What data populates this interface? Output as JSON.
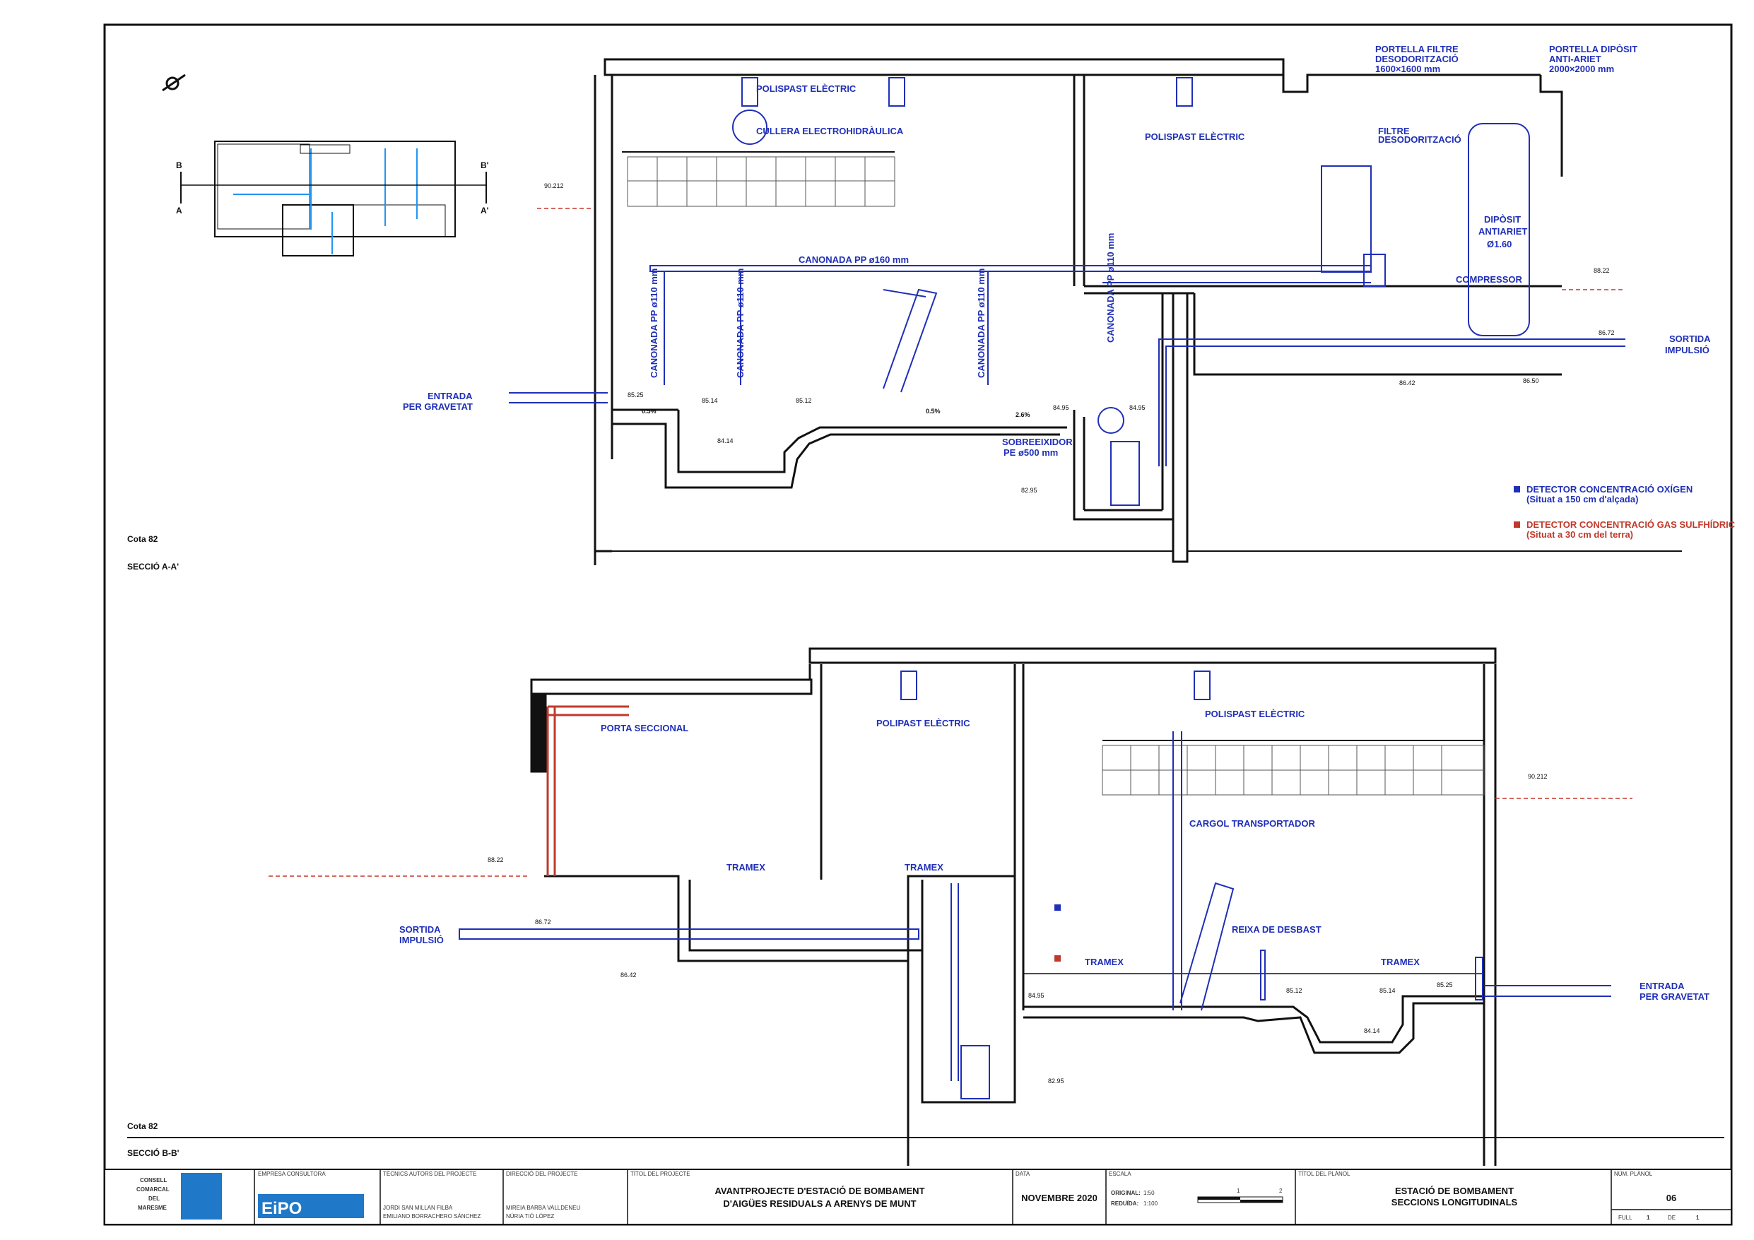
{
  "section_a": {
    "title": "SECCIÓ A-A'",
    "cota": "Cota 82",
    "labels": {
      "polispast_1": "POLISPAST ELÈCTRIC",
      "cullera": "CULLERA ELECTROHIDRÀULICA",
      "polispast_2": "POLISPAST ELÈCTRIC",
      "portella_filtre": "PORTELLA FILTRE",
      "desodoritzacio": "DESODORITZACIÓ",
      "portella_filtre_dim": "1600×1600 mm",
      "portella_diposit": "PORTELLA DIPÒSIT",
      "antiariet": "ANTI-ARIET",
      "portella_diposit_dim": "2000×2000 mm",
      "filtre": "FILTRE",
      "filtre2": "DESODORITZACIÓ",
      "diposit": "DIPÒSIT",
      "diposit2": "ANTIARIET",
      "diposit3": "Ø1.60",
      "canonada_160": "CANONADA PP ø160 mm",
      "canonada_110": "CANONADA PP ø110 mm",
      "compressor": "COMPRESSOR",
      "sortida": "SORTIDA",
      "impulsio": "IMPULSIÓ",
      "entrada": "ENTRADA",
      "gravetat": "PER GRAVETAT",
      "sobreeixidor": "SOBREEIXIDOR",
      "sobreeixidor2": "PE ø500 mm"
    },
    "levels": {
      "l90212": "90.212",
      "l8822": "88.22",
      "l8672": "86.72",
      "l8642": "86.42",
      "l8650": "86.50",
      "l8525": "85.25",
      "l8514": "85.14",
      "l8512": "85.12",
      "l8495a": "84.95",
      "l8495b": "84.95",
      "l8414": "84.14",
      "l8295": "82.95"
    },
    "slopes": {
      "s1": "0.5%",
      "s2": "0.5%",
      "s3": "2.6%"
    }
  },
  "legend": {
    "oxigen": "DETECTOR CONCENTRACIÓ OXÍGEN",
    "oxigen_note": "(Situat a 150 cm d'alçada)",
    "sulfhidric": "DETECTOR CONCENTRACIÓ GAS SULFHÍDRIC",
    "sulfhidric_note": "(Situat a 30 cm del terra)",
    "oxigen_color": "#1f2fb8",
    "sulfhidric_color": "#c0392b"
  },
  "keyplan": {
    "b": "B",
    "a": "A",
    "b2": "B'",
    "a2": "A'"
  },
  "section_b": {
    "title": "SECCIÓ B-B'",
    "cota": "Cota 82",
    "labels": {
      "porta": "PORTA SECCIONAL",
      "polispast_1": "POLIPAST ELÈCTRIC",
      "polispast_2": "POLISPAST ELÈCTRIC",
      "tramex_1": "TRAMEX",
      "tramex_2": "TRAMEX",
      "tramex_3": "TRAMEX",
      "tramex_4": "TRAMEX",
      "cargol": "CARGOL TRANSPORTADOR",
      "reixa": "REIXA DE DESBAST",
      "sortida": "SORTIDA",
      "impulsio": "IMPULSIÓ",
      "entrada": "ENTRADA",
      "gravetat": "PER GRAVETAT"
    },
    "levels": {
      "l8822": "88.22",
      "l90212": "90.212",
      "l8672": "86.72",
      "l8642": "86.42",
      "l8495": "84.95",
      "l8295": "82.95",
      "l8512": "85.12",
      "l8514": "85.14",
      "l8525": "85.25",
      "l8414": "84.14"
    }
  },
  "title_block": {
    "org1": "CONSELL",
    "org2": "COMARCAL",
    "org3": "DEL",
    "org4": "MARESME",
    "empresa_hdr": "EMPRESA CONSULTORA",
    "eipo": "EiPO",
    "tecnics_hdr": "TÈCNICS AUTORS DEL PROJECTE",
    "tecnic1": "JORDI SAN MILLAN FILBA",
    "tecnic2": "EMILIANO BORRACHERO SÁNCHEZ",
    "direccio_hdr": "DIRECCIÓ DEL PROJECTE",
    "dir1": "MIREIA BARBA VALLDENEU",
    "dir2": "NÚRIA TIÓ LÓPEZ",
    "titol_hdr": "TÍTOL DEL PROJECTE",
    "titol1": "AVANTPROJECTE D'ESTACIÓ DE BOMBAMENT",
    "titol2": "D'AIGÜES RESIDUALS A ARENYS DE MUNT",
    "data_hdr": "DATA",
    "data": "NOVEMBRE 2020",
    "escala_hdr": "ESCALA",
    "original_lbl": "ORIGINAL:",
    "original": "1:50",
    "reduida_lbl": "REDUÏDA:",
    "reduida": "1:100",
    "tick1": "1",
    "tick2": "2",
    "planol_hdr": "TÍTOL DEL PLÀNOL",
    "planol1": "ESTACIÓ DE BOMBAMENT",
    "planol2": "SECCIONS LONGITUDINALS",
    "num_hdr": "NÚM. PLÀNOL",
    "num": "06",
    "full_lbl": "FULL",
    "full": "1",
    "de_lbl": "DE",
    "de": "1"
  }
}
